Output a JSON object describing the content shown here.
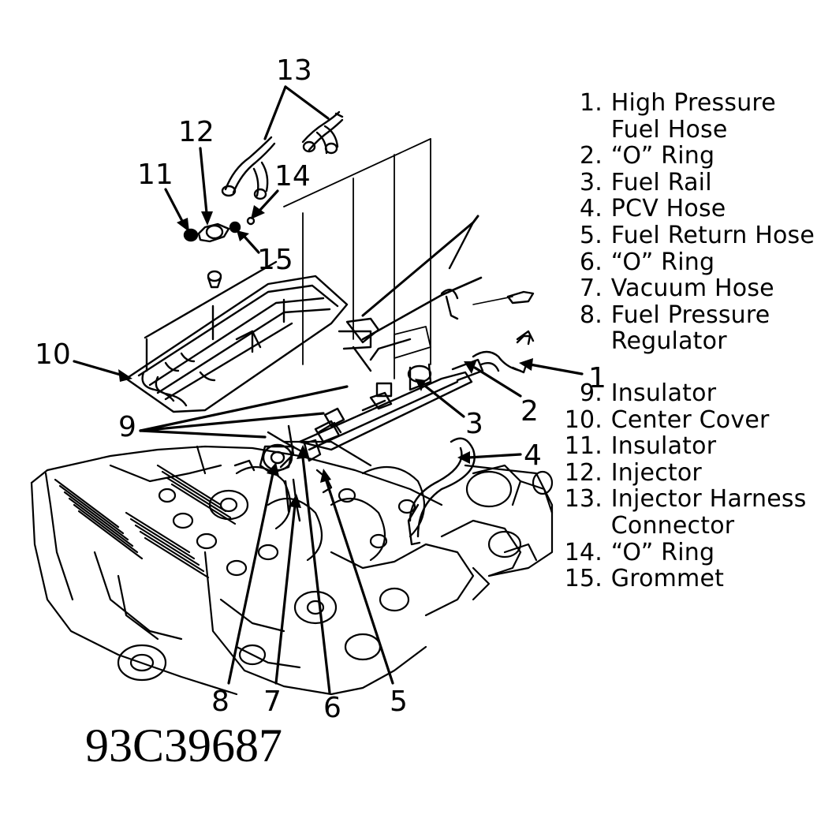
{
  "figure_id": "93C39687",
  "callouts": [
    "1",
    "2",
    "3",
    "4",
    "5",
    "6",
    "7",
    "8",
    "9",
    "10",
    "11",
    "12",
    "13",
    "14",
    "15"
  ],
  "legend": [
    {
      "num": "1.",
      "label": "High Pressure\nFuel Hose"
    },
    {
      "num": "2.",
      "label": "“O” Ring"
    },
    {
      "num": "3.",
      "label": "Fuel Rail"
    },
    {
      "num": "4.",
      "label": "PCV Hose"
    },
    {
      "num": "5.",
      "label": "Fuel Return Hose"
    },
    {
      "num": "6.",
      "label": "“O” Ring"
    },
    {
      "num": "7.",
      "label": "Vacuum Hose"
    },
    {
      "num": "8.",
      "label": "Fuel Pressure\nRegulator"
    },
    {
      "num": "9.",
      "label": "Insulator"
    },
    {
      "num": "10.",
      "label": "Center Cover"
    },
    {
      "num": "11.",
      "label": "Insulator"
    },
    {
      "num": "12.",
      "label": "Injector"
    },
    {
      "num": "13.",
      "label": "Injector Harness\nConnector"
    },
    {
      "num": "14.",
      "label": "“O” Ring"
    },
    {
      "num": "15.",
      "label": "Grommet"
    }
  ],
  "colors": {
    "ink": "#000000",
    "paper": "#ffffff"
  }
}
